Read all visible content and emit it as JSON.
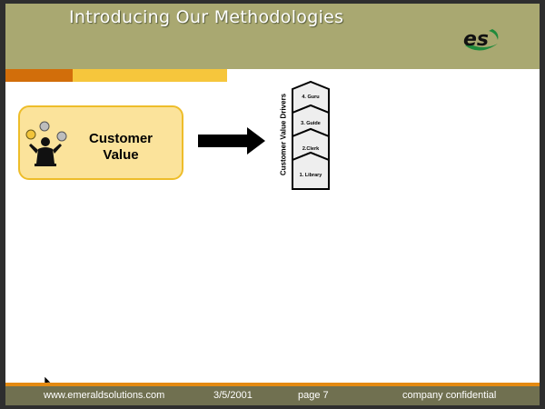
{
  "header": {
    "title": "Introducing Our Methodologies",
    "logo_text": "es"
  },
  "main": {
    "value_box": {
      "line1": "Customer",
      "line2": "Value"
    },
    "drivers": {
      "label": "Customer Value Drivers",
      "steps": [
        "4. Guru",
        "3. Guide",
        "2.Clerk",
        "1. Library"
      ]
    }
  },
  "footer": {
    "website": "www.emeraldsolutions.com",
    "date": "3/5/2001",
    "page": "page 7",
    "confidentiality": "company confidential"
  },
  "colors": {
    "header_bg": "#a9a871",
    "accent_orange": "#d26e0a",
    "accent_yellow": "#f6c63c",
    "box_fill": "#fbe39b",
    "footer_bg": "#707050",
    "logo_green": "#1f8a3c"
  },
  "icons": [
    "juggler-icon",
    "right-arrow-icon",
    "logo-icon",
    "mouse-cursor-icon"
  ]
}
